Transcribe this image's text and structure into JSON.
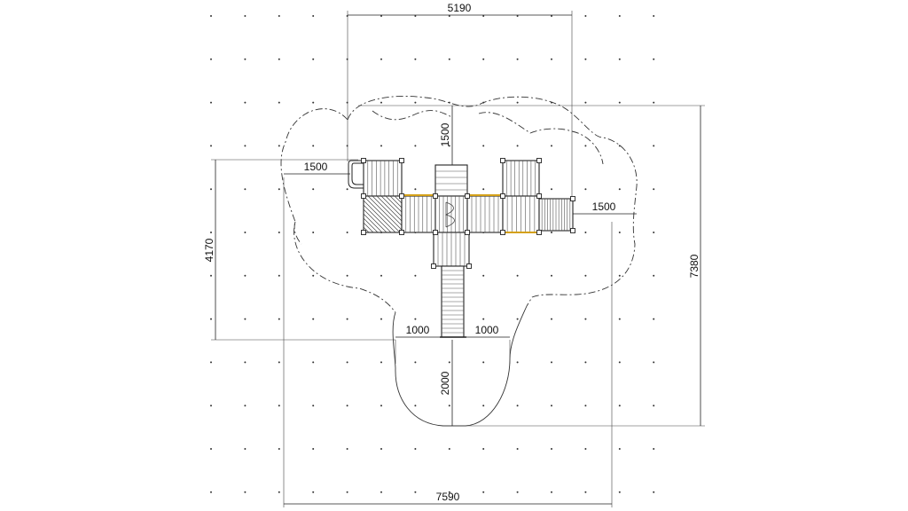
{
  "dimensions": {
    "top_width": "5190",
    "top_gap": "1500",
    "left_offset": "1500",
    "right_offset": "1500",
    "left_height": "4170",
    "right_height": "7380",
    "slide_left": "1000",
    "slide_right": "1000",
    "slide_length": "2000",
    "total_width": "7590"
  }
}
